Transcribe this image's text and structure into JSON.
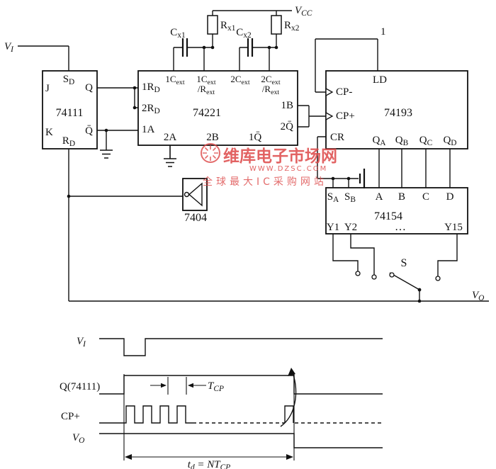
{
  "colors": {
    "wire": "#111111",
    "watermark_red": "#dd4848"
  },
  "watermark": {
    "brand": "维库电子市场网",
    "url": "WWW.DZSC.COM",
    "slogan": "全球最大IC采购网站"
  },
  "signals": {
    "vcc": "V~CC~",
    "vi": "V~I~",
    "vo": "V~O~",
    "logic_one": "1",
    "switch": "S"
  },
  "parts": {
    "rx1": "R~x1~",
    "cx1": "C~x1~",
    "rx2": "R~x2~",
    "cx2": "C~x2~",
    "u74111": {
      "name": "74111",
      "j": "J",
      "sd": "S~D~",
      "q": "Q",
      "k": "K",
      "rd": "R~D~",
      "qbar": "Q̄"
    },
    "u74221": {
      "name": "74221",
      "rd1": "1R~D~",
      "rd2": "2R~D~",
      "a1": "1A",
      "cext1": "1C~ext~",
      "cext1r_top": "1C~ext~",
      "cext1r_bot": "/R~ext~",
      "cext2": "2C~ext~",
      "cext2r_top": "2C~ext~",
      "cext2r_bot": "/R~ext~",
      "b1": "1B",
      "q2bar": "2Q̄",
      "a2": "2A",
      "b2": "2B",
      "q1bar": "1Q̄"
    },
    "u7404": {
      "name": "7404"
    },
    "u74193": {
      "name": "74193",
      "ld": "LD",
      "cp_down": "CP-",
      "cp_up": "CP+",
      "cr": "CR",
      "qa": "Q~A~",
      "qb": "Q~B~",
      "qc": "Q~C~",
      "qd": "Q~D~"
    },
    "u74154": {
      "name": "74154",
      "sa": "S~A~",
      "sb": "S~B~",
      "a": "A",
      "b": "B",
      "c": "C",
      "d": "D",
      "y1": "Y1",
      "y2": "Y2",
      "ellipsis": "…",
      "y15": "Y15"
    }
  },
  "waveforms": {
    "vi_label": "V~I~",
    "q_label": "Q(74111)",
    "cp_label": "CP+",
    "vo_label": "V~O~",
    "tcp_label": "T~CP~",
    "td_label": "t~d~ = NT~CP~"
  }
}
